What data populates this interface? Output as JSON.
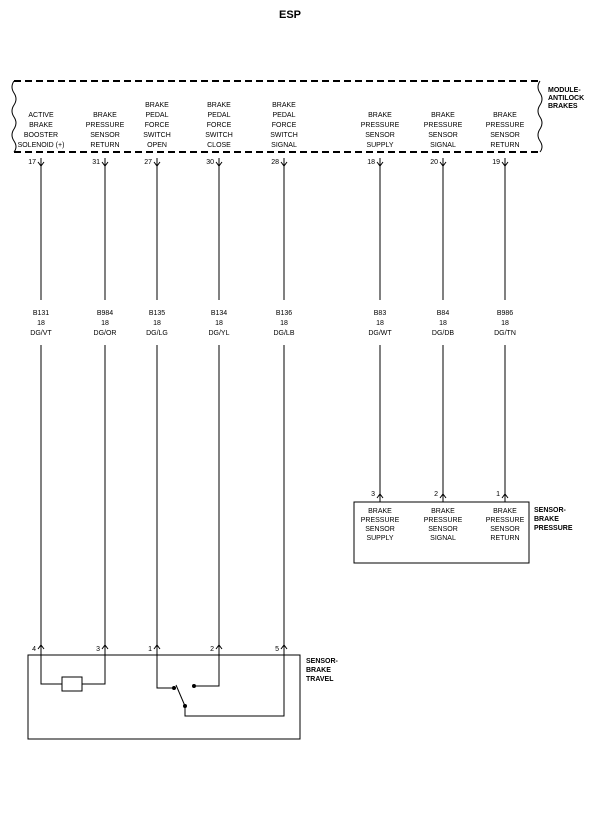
{
  "title": "ESP",
  "module": {
    "name_lines": [
      "MODULE-",
      "ANTILOCK",
      "BRAKES"
    ],
    "pins": [
      {
        "num": "17",
        "lines": [
          "ACTIVE",
          "BRAKE",
          "BOOSTER",
          "SOLENOID (+)"
        ]
      },
      {
        "num": "31",
        "lines": [
          "BRAKE",
          "PRESSURE",
          "SENSOR",
          "RETURN"
        ]
      },
      {
        "num": "27",
        "lines": [
          "BRAKE",
          "PEDAL",
          "FORCE",
          "SWITCH",
          "OPEN"
        ]
      },
      {
        "num": "30",
        "lines": [
          "BRAKE",
          "PEDAL",
          "FORCE",
          "SWITCH",
          "CLOSE"
        ]
      },
      {
        "num": "28",
        "lines": [
          "BRAKE",
          "PEDAL",
          "FORCE",
          "SWITCH",
          "SIGNAL"
        ]
      },
      {
        "num": "18",
        "lines": [
          "BRAKE",
          "PRESSURE",
          "SENSOR",
          "SUPPLY"
        ]
      },
      {
        "num": "20",
        "lines": [
          "BRAKE",
          "PRESSURE",
          "SENSOR",
          "SIGNAL"
        ]
      },
      {
        "num": "19",
        "lines": [
          "BRAKE",
          "PRESSURE",
          "SENSOR",
          "RETURN"
        ]
      }
    ]
  },
  "wires": [
    {
      "circuit": "B131",
      "gauge": "18",
      "color": "DG/VT"
    },
    {
      "circuit": "B984",
      "gauge": "18",
      "color": "DG/OR"
    },
    {
      "circuit": "B135",
      "gauge": "18",
      "color": "DG/LG"
    },
    {
      "circuit": "B134",
      "gauge": "18",
      "color": "DG/YL"
    },
    {
      "circuit": "B136",
      "gauge": "18",
      "color": "DG/LB"
    },
    {
      "circuit": "B83",
      "gauge": "18",
      "color": "DG/WT"
    },
    {
      "circuit": "B84",
      "gauge": "18",
      "color": "DG/DB"
    },
    {
      "circuit": "B986",
      "gauge": "18",
      "color": "DG/TN"
    }
  ],
  "pressure_sensor": {
    "name_lines": [
      "SENSOR-",
      "BRAKE",
      "PRESSURE"
    ],
    "pins": [
      {
        "num": "3",
        "lines": [
          "BRAKE",
          "PRESSURE",
          "SENSOR",
          "SUPPLY"
        ]
      },
      {
        "num": "2",
        "lines": [
          "BRAKE",
          "PRESSURE",
          "SENSOR",
          "SIGNAL"
        ]
      },
      {
        "num": "1",
        "lines": [
          "BRAKE",
          "PRESSURE",
          "SENSOR",
          "RETURN"
        ]
      }
    ]
  },
  "travel_sensor": {
    "name_lines": [
      "SENSOR-",
      "BRAKE",
      "TRAVEL"
    ],
    "pins": [
      "4",
      "3",
      "1",
      "2",
      "5"
    ]
  }
}
